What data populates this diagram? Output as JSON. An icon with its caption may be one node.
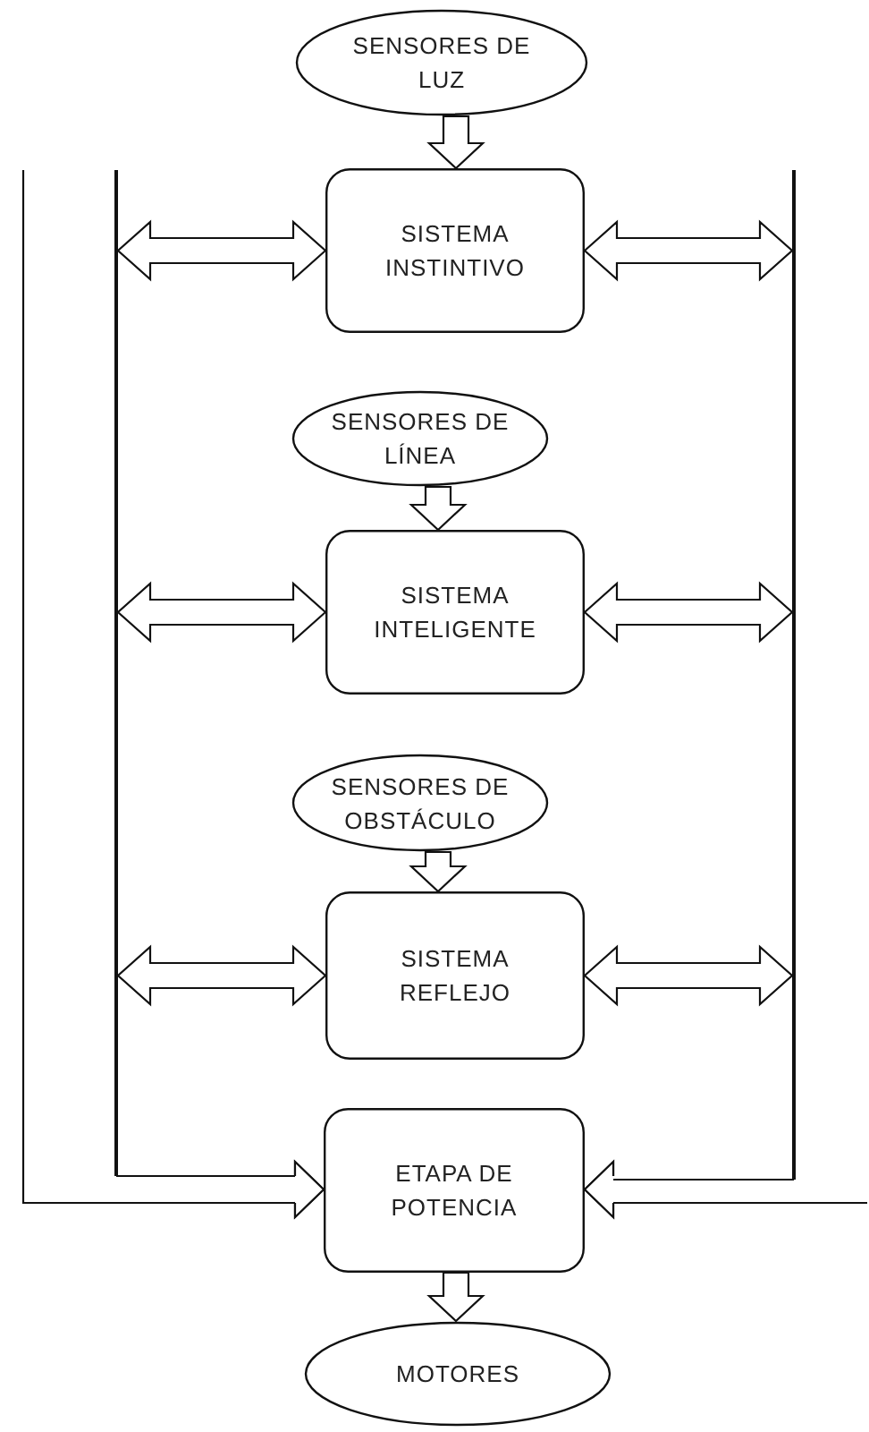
{
  "diagram": {
    "nodes": [
      {
        "text": [
          "SENSORES DE LUZ"
        ]
      },
      {
        "text": [
          "SISTEMA INSTINTIVO"
        ]
      },
      {
        "text": [
          "SENSORES DE LÍNEA"
        ]
      },
      {
        "text": [
          "SISTEMA INTELIGENTE"
        ]
      },
      {
        "text": [
          "SENSORES DE OBSTÁCULO"
        ]
      },
      {
        "text": [
          "SISTEMA REFLEJO"
        ]
      },
      {
        "text": [
          "ETAPA DE POTENCIA"
        ]
      },
      {
        "text": [
          "MOTORES"
        ]
      },
      {
        "text": [],
        "shape": "bar"
      },
      {
        "text": [],
        "shape": "bar"
      }
    ],
    "edges": [
      {
        "from": 0,
        "to": 1,
        "arrow": "to"
      },
      {
        "from": 1,
        "to": 8,
        "arrow": "both"
      },
      {
        "from": 1,
        "to": 9,
        "arrow": "both"
      },
      {
        "from": 2,
        "to": 3,
        "arrow": "to"
      },
      {
        "from": 3,
        "to": 8,
        "arrow": "both"
      },
      {
        "from": 3,
        "to": 9,
        "arrow": "both"
      },
      {
        "from": 4,
        "to": 5,
        "arrow": "to"
      },
      {
        "from": 5,
        "to": 8,
        "arrow": "both"
      },
      {
        "from": 5,
        "to": 9,
        "arrow": "both"
      },
      {
        "from": 8,
        "to": 6,
        "arrow": "to"
      },
      {
        "from": null,
        "to": 6,
        "arrow": "to"
      },
      {
        "from": 9,
        "to": 6,
        "arrow": "to"
      },
      {
        "from": null,
        "to": 6,
        "arrow": "to"
      },
      {
        "from": 6,
        "to": 7,
        "arrow": "to"
      }
    ]
  }
}
